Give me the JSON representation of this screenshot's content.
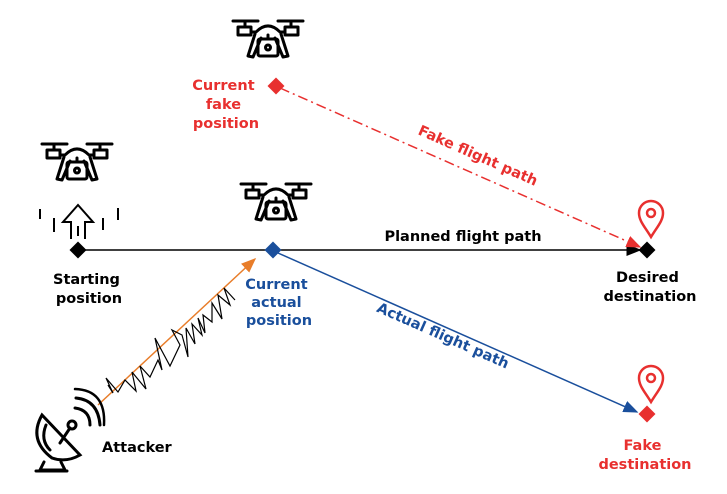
{
  "labels": {
    "starting_position": [
      "Starting",
      "position"
    ],
    "current_actual_position": [
      "Current",
      "actual",
      "position"
    ],
    "current_fake_position": [
      "Current",
      "fake",
      "position"
    ],
    "desired_destination": [
      "Desired",
      "destination"
    ],
    "fake_destination": [
      "Fake",
      "destination"
    ],
    "attacker": "Attacker",
    "planned_flight_path": "Planned flight path",
    "actual_flight_path": "Actual flight path",
    "fake_flight_path": "Fake flight path"
  },
  "colors": {
    "black": "#000000",
    "actual_blue": "#1a4f9c",
    "fake_red": "#e8302f",
    "attack_orange": "#e87d2a"
  },
  "icons": [
    "drone-icon",
    "upward-arrow-icon",
    "satellite-dish-icon",
    "location-pin-icon",
    "diamond-marker-icon",
    "signal-wave-icon"
  ]
}
